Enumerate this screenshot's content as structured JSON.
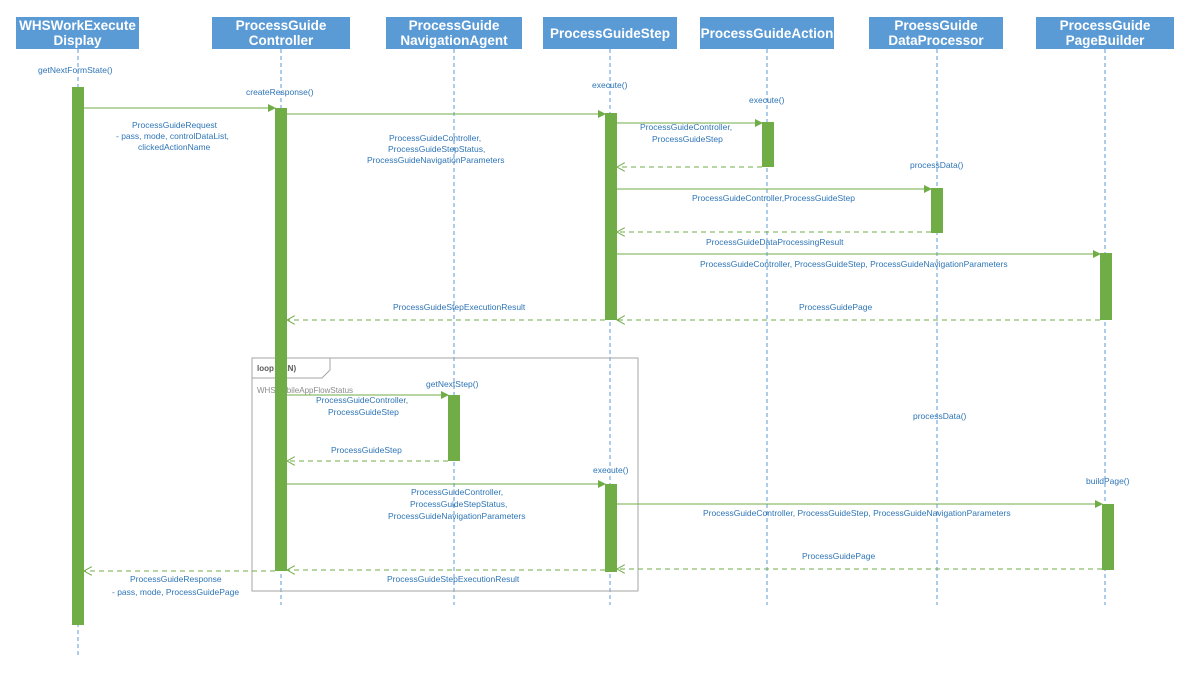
{
  "lifelines": [
    {
      "id": "whs",
      "line1": "WHSWorkExecute",
      "line2": "Display"
    },
    {
      "id": "ctrl",
      "line1": "ProcessGuide",
      "line2": "Controller"
    },
    {
      "id": "nav",
      "line1": "ProcessGuide",
      "line2": "NavigationAgent"
    },
    {
      "id": "step",
      "line1": "ProcessGuideStep",
      "line2": ""
    },
    {
      "id": "action",
      "line1": "ProcessGuideAction",
      "line2": ""
    },
    {
      "id": "dp",
      "line1": "ProessGuide",
      "line2": "DataProcessor"
    },
    {
      "id": "pb",
      "line1": "ProcessGuide",
      "line2": "PageBuilder"
    }
  ],
  "loop": {
    "label": "loop (0..N)",
    "guard": "WHSMobileAppFlowStatus"
  },
  "texts": {
    "getNextFormState": "getNextFormState()",
    "createResponse": "createResponse()",
    "request1": "ProcessGuideRequest",
    "request2": "- pass, mode, controlDataList,",
    "request3": "clickedActionName",
    "execute1": "execute()",
    "execStepArgs1": "ProcessGuideController,",
    "execStepArgs2": "ProcessGuideStepStatus,",
    "execStepArgs3": "ProcessGuideNavigationParameters",
    "executeAction": "execute()",
    "actionArgs1": "ProcessGuideController,",
    "actionArgs2": "ProcessGuideStep",
    "processData1": "processData()",
    "dpArgs": "ProcessGuideController,ProcessGuideStep",
    "dpResult": "ProcessGuideDataProcessingResult",
    "pbArgs1": "ProcessGuideController, ProcessGuideStep, ProcessGuideNavigationParameters",
    "stepResult1": "ProcessGuideStepExecutionResult",
    "page1": "ProcessGuidePage",
    "getNextStep": "getNextStep()",
    "navArgs1": "ProcessGuideController,",
    "navArgs2": "ProcessGuideStep",
    "navResult": "ProcessGuideStep",
    "processData2": "processData()",
    "execute2": "execute()",
    "exec2Args1": "ProcessGuideController,",
    "exec2Args2": "ProcessGuideStepStatus,",
    "exec2Args3": "ProcessGuideNavigationParameters",
    "buildPage": "buildPage()",
    "pbArgs2": "ProcessGuideController, ProcessGuideStep, ProcessGuideNavigationParameters",
    "page2": "ProcessGuidePage",
    "stepResult2": "ProcessGuideStepExecutionResult",
    "response1": "ProcessGuideResponse",
    "response2": "- pass, mode, ProcessGuidePage"
  },
  "colors": {
    "header": "#5b9bd5",
    "lifeline": "#5b9bd5",
    "activation": "#70ad47",
    "message": "#70ad47",
    "text": "#2e75b6",
    "frame": "#a6a6a6"
  }
}
